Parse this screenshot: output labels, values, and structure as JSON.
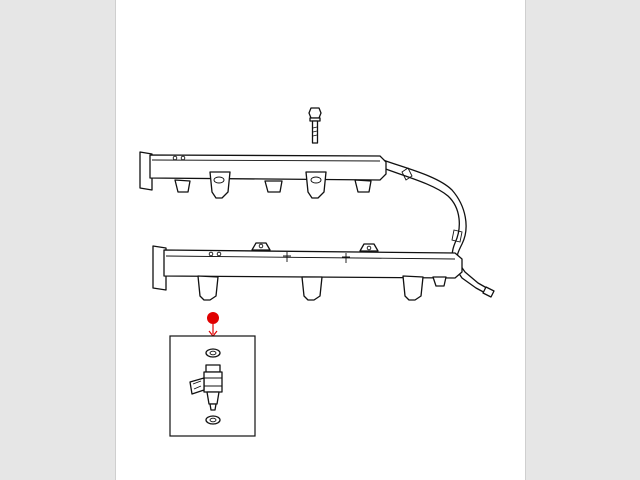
{
  "viewer": {
    "background": "#e6e6e6",
    "sheet_color": "#ffffff"
  },
  "diagram": {
    "parts": [
      {
        "name": "bolt"
      },
      {
        "name": "upper-fuel-rail"
      },
      {
        "name": "lower-fuel-rail"
      },
      {
        "name": "fuel-crossover-tube"
      },
      {
        "name": "fuel-injector-detail"
      }
    ],
    "callout": {
      "marker_color": "#e00000"
    }
  }
}
